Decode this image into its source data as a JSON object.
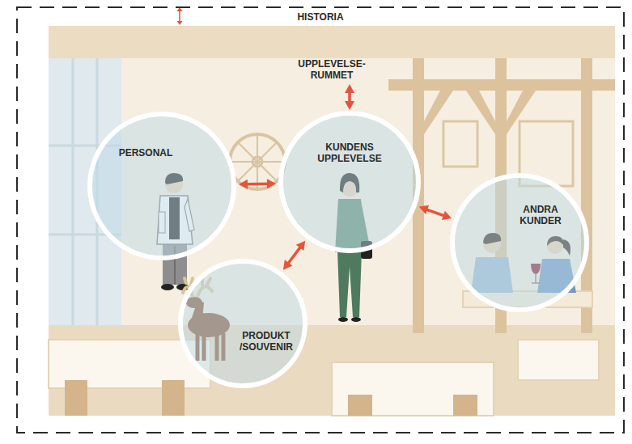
{
  "diagram": {
    "nodes": [
      {
        "text": [
          "HISTORIA"
        ]
      },
      {
        "text": [
          "UPPLEVELSE- RUMMET"
        ],
        "in": 0
      },
      {
        "text": [
          "PERSONAL"
        ],
        "in": 1
      },
      {
        "text": [
          "KUNDENS UPPLEVELSE"
        ],
        "in": 1
      },
      {
        "text": [
          "ANDRA KUNDER"
        ],
        "in": 1
      },
      {
        "text": [
          "PRODUKT /SOUVENIR"
        ],
        "in": 1
      }
    ],
    "edges": [
      {
        "from": 0,
        "to": 1,
        "arrow": "both"
      },
      {
        "from": 1,
        "to": 3,
        "arrow": "both"
      },
      {
        "from": 2,
        "to": 3,
        "arrow": "both"
      },
      {
        "from": 3,
        "to": 4,
        "arrow": "both"
      },
      {
        "from": 5,
        "to": 3,
        "arrow": "both"
      }
    ]
  }
}
